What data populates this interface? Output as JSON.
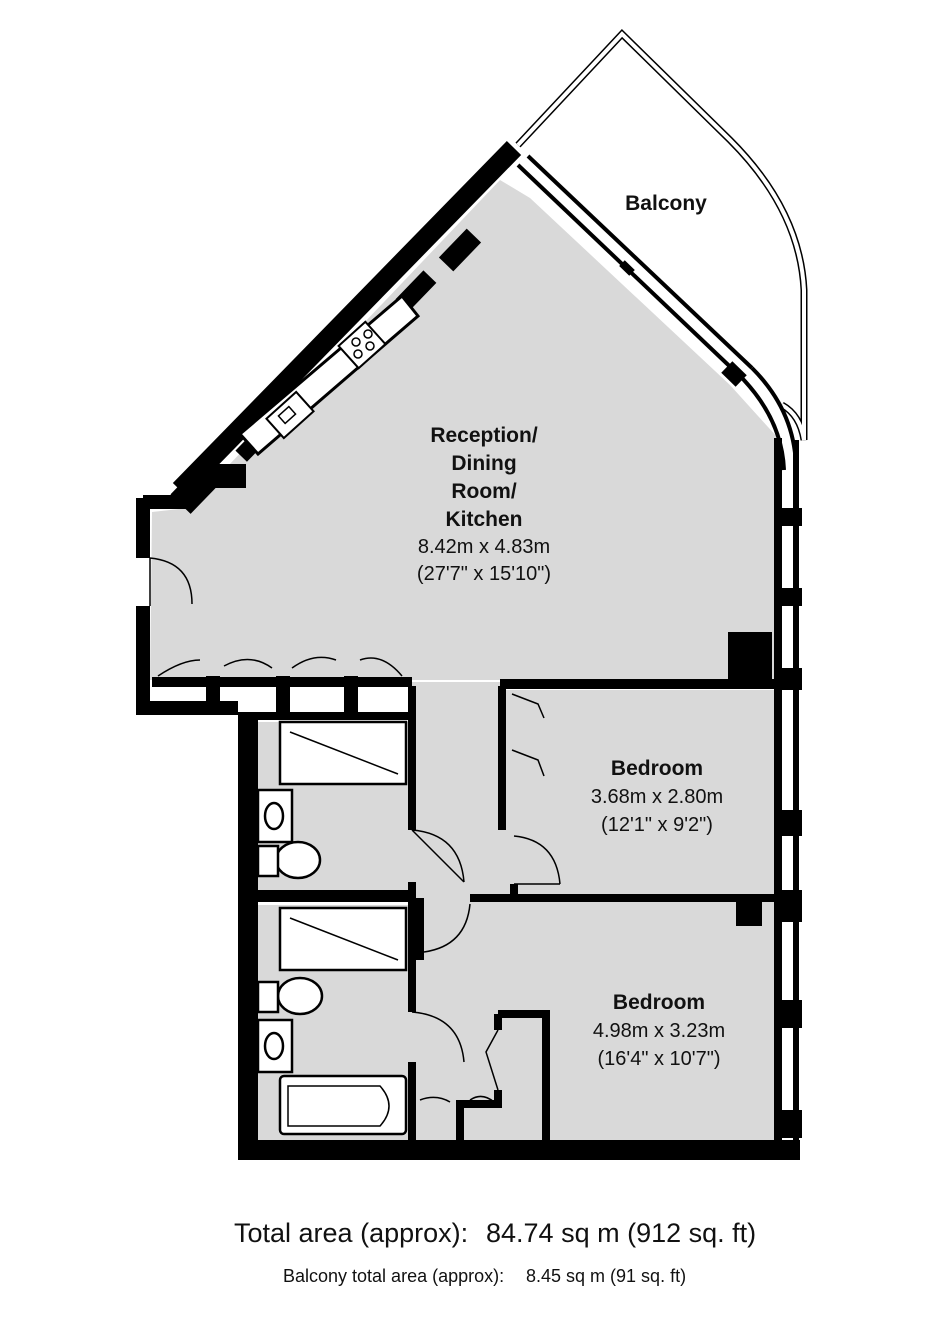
{
  "rooms": {
    "balcony": {
      "name": "Balcony"
    },
    "reception": {
      "name_lines": [
        "Reception/",
        "Dining",
        "Room/",
        "Kitchen"
      ],
      "metric": "8.42m x 4.83m",
      "imperial": "(27'7\" x 15'10\")"
    },
    "bedroom1": {
      "name": "Bedroom",
      "metric": "3.68m x 2.80m",
      "imperial": "(12'1\" x 9'2\")"
    },
    "bedroom2": {
      "name": "Bedroom",
      "metric": "4.98m x 3.23m",
      "imperial": "(16'4\" x 10'7\")"
    }
  },
  "summary": {
    "total_label": "Total area (approx):",
    "total_value": "84.74 sq m (912 sq. ft)",
    "balcony_label": "Balcony total area (approx):",
    "balcony_value": "8.45 sq m (91 sq. ft)"
  },
  "colors": {
    "wall": "#000000",
    "floor": "#d9d9d9",
    "fixture": "#ffffff"
  }
}
